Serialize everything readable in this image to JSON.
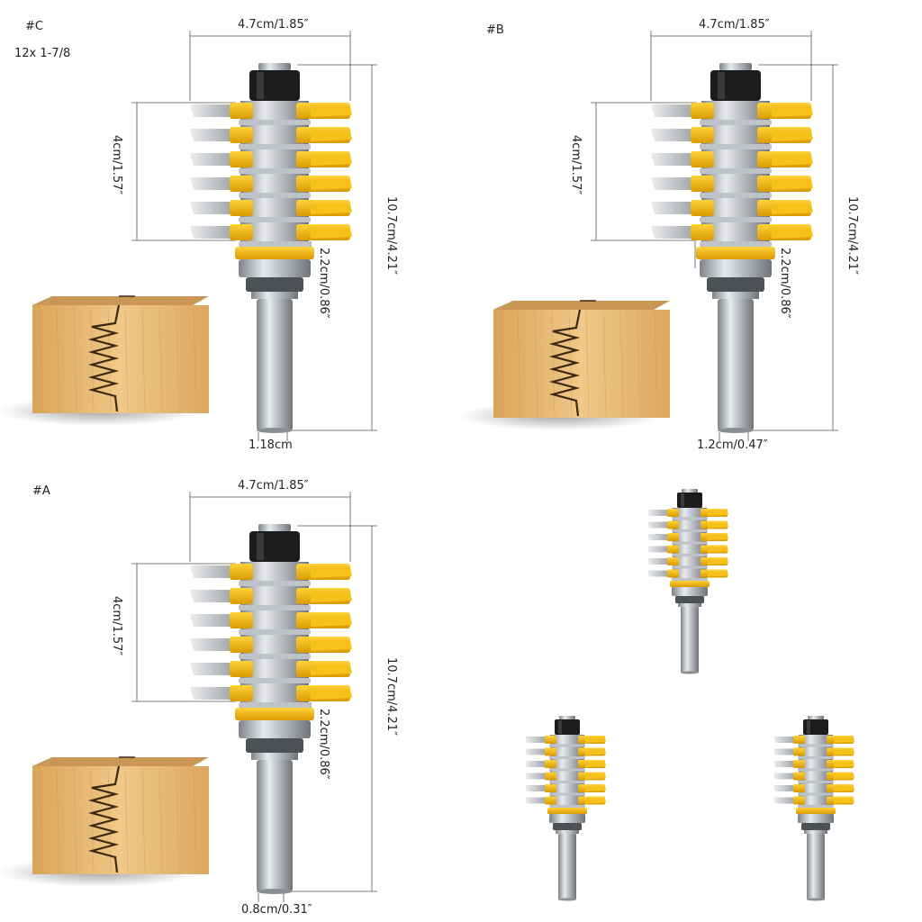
{
  "panel_c": {
    "tag": "#C",
    "size_spec": "12x 1-7/8",
    "width_label": "4.7cm/1.85″",
    "cut_height_label": "4cm/1.57″",
    "bearing_label": "2.2cm/0.86″",
    "total_height_label": "10.7cm/4.21″",
    "shank_label": "1.18cm"
  },
  "panel_b": {
    "tag": "#B",
    "width_label": "4.7cm/1.85″",
    "cut_height_label": "4cm/1.57″",
    "bearing_label": "2.2cm/0.86″",
    "total_height_label": "10.7cm/4.21″",
    "shank_label": "1.2cm/0.47″"
  },
  "panel_a": {
    "tag": "#A",
    "width_label": "4.7cm/1.85″",
    "cut_height_label": "4cm/1.57″",
    "bearing_label": "2.2cm/0.86″",
    "total_height_label": "10.7cm/4.21″",
    "shank_label": "0.8cm/0.31″"
  },
  "colors": {
    "blade_yellow": "#f2b705",
    "carbide_gray": "#c9ccd0",
    "steel_gray": "#9ea3a8",
    "nut_black": "#1c1c1c",
    "wood_light": "#e6b870",
    "wood_dark": "#b9843e"
  },
  "icons": [
    "router-bit",
    "finger-joint-wood-block"
  ]
}
